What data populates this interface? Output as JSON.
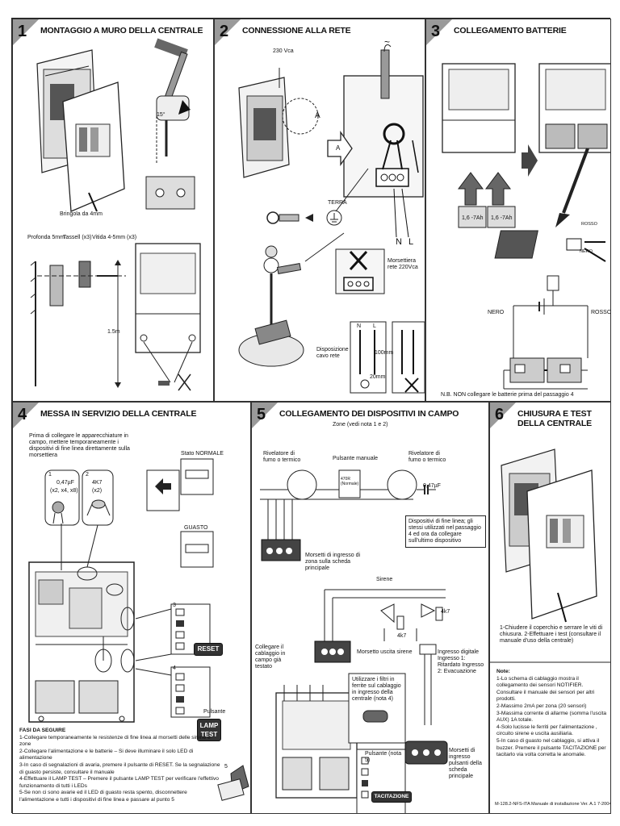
{
  "panels": {
    "p1": {
      "num": "1",
      "title": "MONTAGGIO A MURO DELLA CENTRALE",
      "angle": "15°",
      "drill_note": "Bringola da 4mm",
      "screw_labels": [
        "Profonda 5mm",
        "Tassell (x3)",
        "Vitida 4-5mm (x3)"
      ],
      "height": "1.5m"
    },
    "p2": {
      "num": "2",
      "title": "CONNESSIONE ALLA RETE",
      "voltage": "230 Vca",
      "tilde": "~",
      "terra": "TERRA",
      "a_label": "A",
      "a_box": "A",
      "n_label": "N",
      "l_label": "L",
      "morsettiera": "Morsettiera rete 220Vca",
      "disposizione": "Disposizione cavo rete",
      "small_n": "N",
      "small_l": "L",
      "mm100": "100mm",
      "mm20": "20mm"
    },
    "p3": {
      "num": "3",
      "title": "COLLEGAMENTO BATTERIE",
      "bat1": "1,6 -7Ah",
      "bat2": "1,6 -7Ah",
      "rosso_top": "ROSSO",
      "nero_top": "NERO",
      "nero": "NERO",
      "rosso": "ROSSO",
      "note": "N.B. NON collegare le batterie prima del passaggio 4"
    },
    "p4": {
      "num": "4",
      "title": "MESSA IN SERVIZIO DELLA CENTRALE",
      "intro": "Prima di collegare le apparecchiature in campo, mettere temporaneamente i dispositivi di fine linea direttamente sulla morsettiera",
      "cap_value": "0,47µF",
      "cap_qty": "(x2, x4, x8)",
      "res_value": "4K7",
      "res_qty": "(x2)",
      "idx1": "1",
      "idx2": "2",
      "idx3": "3",
      "idx4": "4",
      "idx5": "5",
      "stato_normale": "Stato NORMALE",
      "guasto": "GUASTO",
      "reset": "RESET",
      "pulsante": "Pulsante",
      "lamp_test": "LAMP TEST",
      "fasi_title": "FASI DA SEGUIRE",
      "fasi": [
        "1-Collegare temporaneamente le resistenze di fine linea al morsetti delle sirene e zone",
        "2-Collegare l'alimentazione e le batterie – Si deve illuminare il solo LED di alimentazione",
        "3-In caso di segnalazioni di avaria, premere il pulsante di RESET. Se la segnalazione di guasto persiste, consultare il manuale",
        "4-Effettuare il LAMP TEST – Premere il pulsante LAMP TEST per verificare l'effettivo funzionamento di tutti i LEDs",
        "5-Se non ci sono avarie ed il LED di guasto resta spento, disconnettere l'alimentazione e tutti i dispositivi di fine linea e passare al punto 5"
      ]
    },
    "p5": {
      "num": "5",
      "title": "COLLEGAMENTO DEI DISPOSITIVI IN CAMPO",
      "subtitle": "Zone (vedi nota 1 e 2)",
      "rivelatore1": "Rivelatore di fumo o termico",
      "pulsante_manuale": "Pulsante manuale",
      "rivelatore2": "Rivelatore di fumo o termico",
      "cap": "0,47µF",
      "res_small": "470R (Normale)",
      "dispositivi": "Dispositivi di fine linea; gli stessi utilizzati nel passaggio 4 ed ora da collegare sull'ultimo dispositivo",
      "morsetti_zona": "Morsetti di ingresso di zona sulla scheda principale",
      "sirene": "Sirene",
      "r1": "4k7",
      "r2": "4k7",
      "morsetto_sirene": "Morsetto uscita sirene",
      "ingresso": "Ingresso digitale Ingresso 1: Ritardato Ingresso 2: Evacuazione",
      "collegare_cablaggio": "Collegare il cablaggio in campo già testato",
      "utilizzare": "Utilizzare i filtri in ferrite sul cablaggio in ingresso della centrale (nota 4)",
      "pulsante_nota": "Pulsante (nota 5)",
      "tacitazione": "TACITAZIONE",
      "morsetti_ingresso": "Morsetti di ingresso pulsanti della scheda principale"
    },
    "p6": {
      "num": "6",
      "title": "CHIUSURA E TEST DELLA CENTRALE",
      "steps": "1-Chiudere il coperchio e serrare le viti di chiusura. 2-Effettuare i test (consultare il manuale d'uso della centrale)",
      "note_title": "Note:",
      "notes": [
        "1-Lo schema di cablaggio mostra il collegamento dei sensori NOTIFIER. Consultare il manuale dei sensori per altri prodotti.",
        "2-Massimo 2mA per zona (20 sensori)",
        "3-Massima corrente di allarme (somma l'uscita AUX) 1A totale.",
        "4-Solo lucisse le ferriti per l'alimentazione , circuito sirene e uscita ausiliaria.",
        "5-In caso di guasto nel cablaggio, si attiva il buzzer. Premere il pulsante TACITAZIONE per tacitarlo via volta corretta le anomalie."
      ],
      "footer": "M-128.2-NFS-ITA  Manuale di installazione  Ver. A.1   7-2004"
    }
  }
}
